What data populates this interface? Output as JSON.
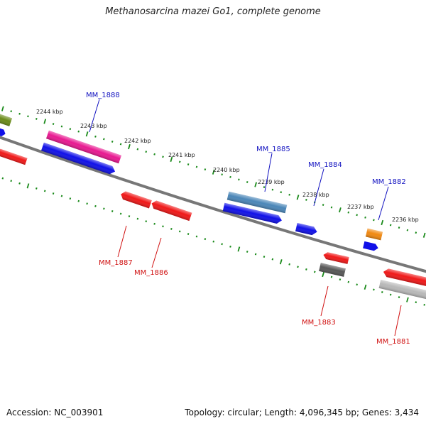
{
  "title": "Methanosarcina mazei Go1, complete genome",
  "footer": {
    "accession": "Accession: NC_003901",
    "summary": "Topology: circular; Length: 4,096,345 bp; Genes: 3,434"
  },
  "colors": {
    "backbone": "#7a7a7a",
    "tick": "#1a8a1a",
    "label_forward": "#1010c0",
    "label_reverse": "#d01010",
    "gene_blue": "#1010e8",
    "gene_red": "#f01818",
    "gene_pink": "#e81890",
    "gene_steel": "#4a86b8",
    "gene_olive": "#6a8a18",
    "gene_orange": "#f08810",
    "gene_darkgray": "#585858",
    "gene_lightgray": "#b8b8b8"
  },
  "scale_labels": [
    "2244 kbp",
    "2243 kbp",
    "2242 kbp",
    "2241 kbp",
    "2240 kbp",
    "2239 kbp",
    "2238 kbp",
    "2237 kbp",
    "2236 kbp"
  ],
  "gene_labels": {
    "forward": [
      "MM_1888",
      "MM_1885",
      "MM_1884",
      "MM_1882"
    ],
    "reverse": [
      "MM_1887",
      "MM_1886",
      "MM_1883",
      "MM_1881"
    ]
  }
}
